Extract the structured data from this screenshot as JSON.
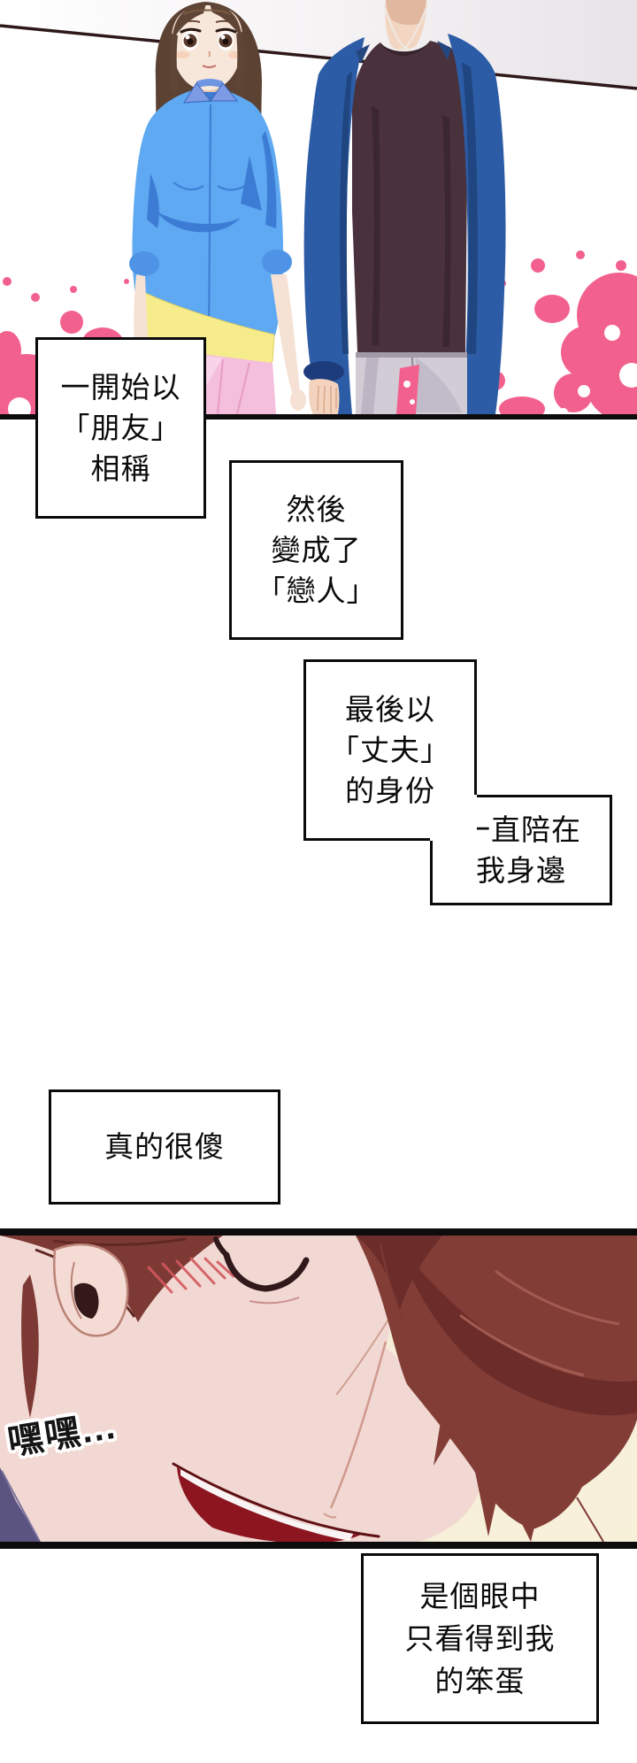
{
  "narration_boxes": [
    {
      "id": "box-1",
      "text": "一開始以\n「朋友」\n相稱"
    },
    {
      "id": "box-2",
      "text": "然後\n變成了\n「戀人」"
    },
    {
      "id": "box-3",
      "text": "最後以\n「丈夫」\n的身份"
    },
    {
      "id": "box-4",
      "text": "一直陪在\n我身邊"
    },
    {
      "id": "box-5",
      "text": "真的很傻"
    },
    {
      "id": "box-6",
      "text": "是個眼中\n只看得到我\n的笨蛋"
    }
  ],
  "sfx": {
    "text": "嘿嘿..."
  },
  "palette": {
    "panel_border": "#0d0b0c",
    "dot_pink": "#f2618e",
    "wall_gray": "#e8e4e8",
    "wall_line": "#2e181a",
    "woman_hair": "#5c4233",
    "woman_shirt": "#5ea9f2",
    "woman_shirt_shade": "#3d7cd4",
    "hem_yellow": "#f6ec8c",
    "skirt_pink": "#f4bedd",
    "skin": "#f6e2d4",
    "man_jacket": "#2d5ca6",
    "man_jacket_shade": "#1d3c7c",
    "man_shirt": "#4a323c",
    "man_pants": "#d2ccd6",
    "p2_background": "#f7f0dc",
    "p2_skin": "#f2d8d2",
    "p2_hair": "#823d36",
    "p2_hair_dark": "#6b2c2a",
    "mouth_red": "#8c1520",
    "cloth_purple": "#5b5380",
    "blush_red": "#d4595e"
  }
}
